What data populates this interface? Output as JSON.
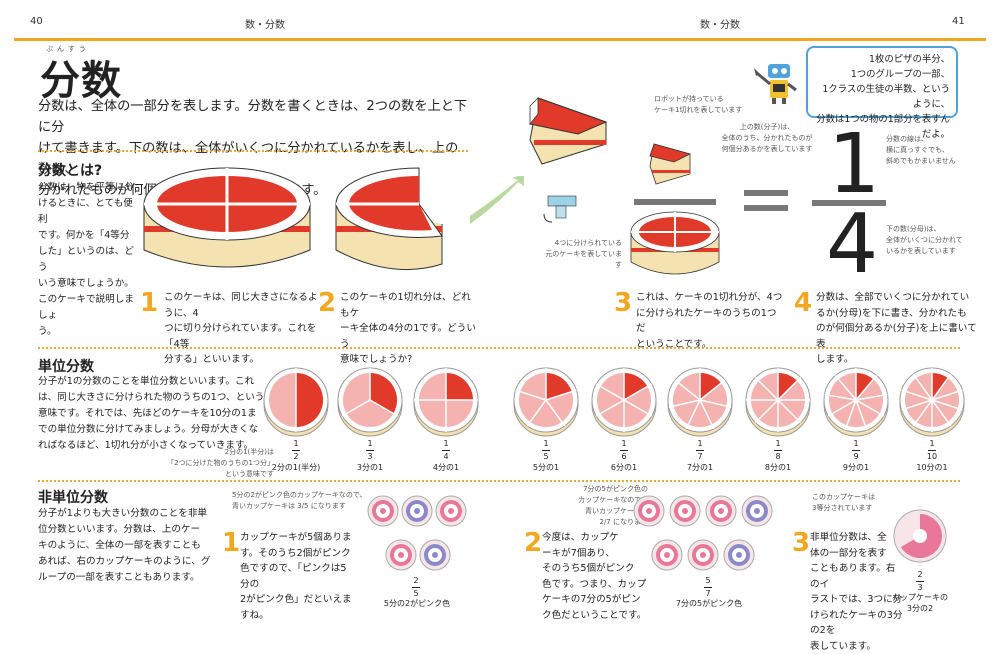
{
  "header": {
    "left_page_num": "40",
    "left_title": "数・分数",
    "right_title": "数・分数",
    "right_page_num": "41"
  },
  "title": {
    "text": "分数",
    "ruby": "ぶんすう"
  },
  "intro": [
    "分数は、全体の一部分を表します。分数を書くときは、2つの数を上と下に分",
    "けて書きます。下の数は、全体がいくつに分かれているかを表し、上の数は、",
    "分かれたものが何個分あるのかを表しています。"
  ],
  "balloon": [
    "1枚のピザの半分、",
    "1つのグループの一部、",
    "1クラスの生徒の半数、というように、",
    "分数は1つの物の1部分を表すんだよ。"
  ],
  "what": {
    "title": "分数とは?",
    "body": [
      "分数は、物を平等に分",
      "けるときに、とても便利",
      "です。何かを「4等分",
      "した」というのは、どう",
      "いう意味でしょうか。",
      "このケーキで説明しましょ",
      "う。"
    ],
    "steps": [
      {
        "num": "1",
        "lines": [
          "このケーキは、同じ大きさになるように、4",
          "つに切り分けられています。これを「4等",
          "分する」といいます。"
        ]
      },
      {
        "num": "2",
        "lines": [
          "このケーキの1切れ分は、どれもケ",
          "ーキ全体の4分の1です。どういう",
          "意味でしょうか?"
        ]
      },
      {
        "num": "3",
        "lines": [
          "これは、ケーキの1切れ分が、4つ",
          "に分けられたケーキのうちの1つだ",
          "ということです。"
        ]
      },
      {
        "num": "4",
        "lines": [
          "分数は、全部でいくつに分かれてい",
          "るか(分母)を下に書き、分かれたも",
          "のが何個分あるか(分子)を上に書いて表",
          "します。"
        ]
      }
    ],
    "notes": {
      "robot_slice": [
        "ロボットが持っている",
        "ケーキ1切れを表しています"
      ],
      "original_cake": [
        "4つに分けられている",
        "元のケーキを表しています"
      ],
      "numerator": [
        "上の数(分子)は、",
        "全体のうち、分かれたものが",
        "何個分あるかを表しています"
      ],
      "fraction_line": [
        "分数の線は、",
        "横に真っすぐでも、",
        "斜めでもかまいません"
      ],
      "denominator": [
        "下の数(分母)は、",
        "全体がいくつに分かれて",
        "いるかを表しています"
      ]
    },
    "big_fraction": {
      "numerator": "1",
      "denominator": "4"
    }
  },
  "unit": {
    "title": "単位分数",
    "body": [
      "分子が1の分数のことを単位分数といいます。これ",
      "は、同じ大きさに分けられた物のうちの1つ、という",
      "意味です。それでは、先ほどのケーキを10分の1ま",
      "での単位分数に分けてみましょう。分母が大きくな",
      "ればなるほど、1切れ分が小さくなっていきます。"
    ],
    "half_note": [
      "2分の1(半分)は",
      "「2つに分けた物のうちの1つ分」",
      "という意味です"
    ],
    "items": [
      {
        "num": "1",
        "den": "2",
        "label": "2分の1(半分)"
      },
      {
        "num": "1",
        "den": "3",
        "label": "3分の1"
      },
      {
        "num": "1",
        "den": "4",
        "label": "4分の1"
      },
      {
        "num": "1",
        "den": "5",
        "label": "5分の1"
      },
      {
        "num": "1",
        "den": "6",
        "label": "6分の1"
      },
      {
        "num": "1",
        "den": "7",
        "label": "7分の1"
      },
      {
        "num": "1",
        "den": "8",
        "label": "8分の1"
      },
      {
        "num": "1",
        "den": "9",
        "label": "9分の1"
      },
      {
        "num": "1",
        "den": "10",
        "label": "10分の1"
      }
    ]
  },
  "nonunit": {
    "title": "非単位分数",
    "body": [
      "分子が1よりも大きい分数のことを非単",
      "位分数といいます。分数は、上のケー",
      "キのように、全体の一部を表すことも",
      "あれば、右のカップケーキのように、グ",
      "ループの一部を表すこともあります。"
    ],
    "steps": [
      {
        "num": "1",
        "lines": [
          "カップケーキが5個ありま",
          "す。そのうち2個がピンク",
          "色ですので、「ピンクは5分の",
          "2がピンク色」だといえますね。"
        ]
      },
      {
        "num": "2",
        "lines": [
          "今度は、カップケ",
          "ーキが7個あり、",
          "そのうち5個がピンク",
          "色です。つまり、カップ",
          "ケーキの7分の5がピン",
          "ク色だということです。"
        ]
      },
      {
        "num": "3",
        "lines": [
          "非単位分数は、全",
          "体の一部分を表す",
          "こともあります。右のイ",
          "ラストでは、3つに分",
          "けられたケーキの3分の2を",
          "表しています。"
        ]
      }
    ],
    "notes": {
      "n1": [
        "5分の2がピンク色のカップケーキなので、",
        "青いカップケーキは 3/5 になります"
      ],
      "n2": [
        "7分の5がピンク色の",
        "カップケーキなので、",
        "青いカップケーキは",
        "2/7 になります"
      ],
      "n3": [
        "このカップケーキは",
        "3等分されています"
      ]
    },
    "cap1": {
      "num": "2",
      "den": "5",
      "label": "5分の2がピンク色"
    },
    "cap2": {
      "num": "5",
      "den": "7",
      "label": "7分の5がピンク色"
    },
    "cap3": {
      "num": "2",
      "den": "3",
      "label1": "カップケーキの",
      "label2": "3分の2"
    }
  },
  "colors": {
    "accent": "#f2a720",
    "cake_red": "#e23a2a",
    "cake_pink": "#f4b3b0",
    "sponge": "#f4e3b0",
    "cup_pink": "#e8779a",
    "cup_blue": "#8c89c9"
  }
}
